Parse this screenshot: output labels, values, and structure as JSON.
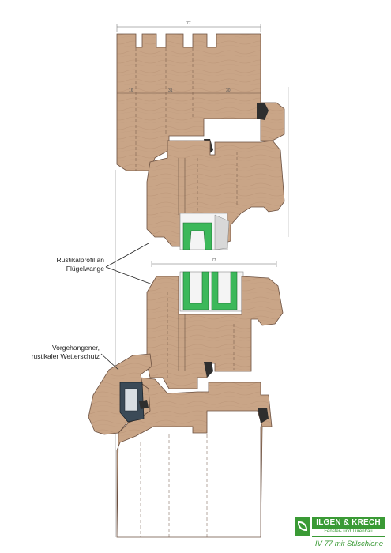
{
  "dimensions": {
    "top_width": "77",
    "segment_a": "16",
    "segment_b": "31",
    "segment_c": "30",
    "lower_width": "77"
  },
  "callouts": [
    {
      "text": "Rustikalprofil an Flügelwange"
    },
    {
      "text": "Vorgehangener, rustikaler Wetterschutz"
    }
  ],
  "logo": {
    "name": "ILGEN & KRECH",
    "subtitle": "Fenster- und Türenbau"
  },
  "caption": "IV 77 mit Stilschiene",
  "colors": {
    "wood": "#c9a587",
    "wood_dark": "#b28c6d",
    "seal": "#2e2e2e",
    "glazing_bead": "#3cb85a",
    "weather_profile": "#3b4a57",
    "brand": "#3a9a35"
  }
}
